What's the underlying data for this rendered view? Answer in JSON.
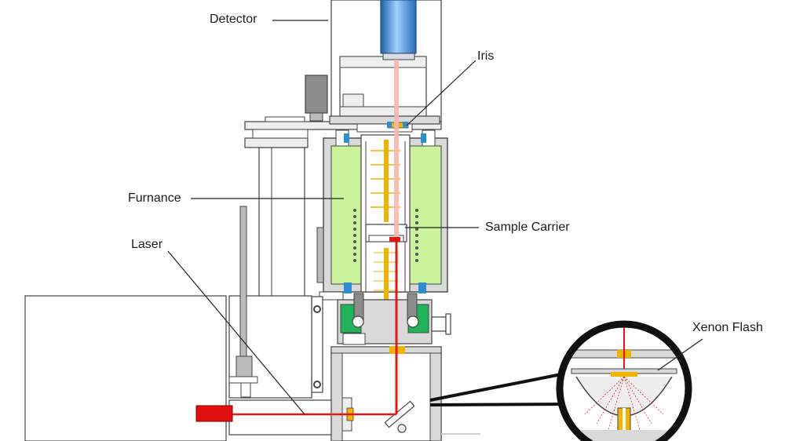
{
  "labels": {
    "detector": "Detector",
    "iris": "Iris",
    "furnance": "Furnance",
    "sample_carrier": "Sample Carrier",
    "laser": "Laser",
    "xenon_flash": "Xenon Flash"
  },
  "colors": {
    "outline": "#3a3a3a",
    "body_grey": "#d9d9d9",
    "dark_grey": "#8c8c8c",
    "furnace_green": "#c9f29a",
    "beam_red": "#e01818",
    "beam_pink": "#f4b7b0",
    "sample_gold": "#f0b400",
    "flange_blue": "#2e8fd0",
    "detector_blue": "#4a9fe8",
    "seal_green": "#21b35a",
    "laser_red": "#e01010"
  }
}
